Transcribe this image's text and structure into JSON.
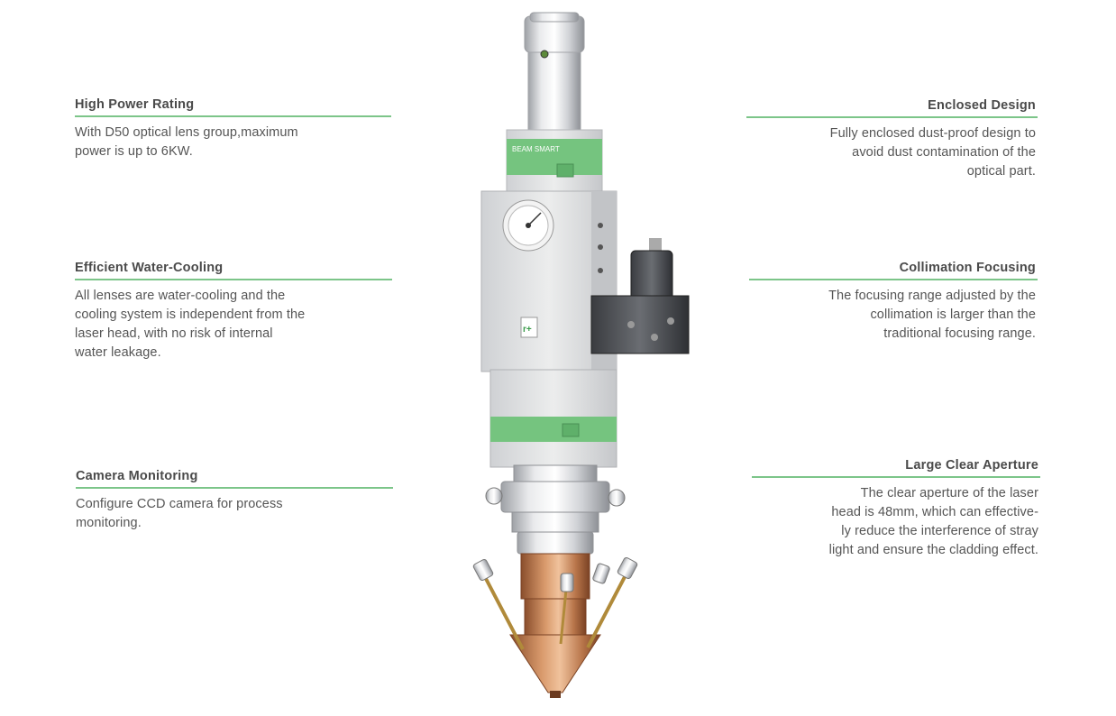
{
  "features": {
    "high_power": {
      "title": "High Power Rating",
      "lines": [
        "With D50 optical lens group,maximum",
        "power is up to 6KW."
      ]
    },
    "water_cooling": {
      "title": "Efficient Water-Cooling",
      "lines": [
        "All lenses are water-cooling and the",
        "cooling system is independent from the",
        "laser head, with no risk of internal",
        "water leakage."
      ]
    },
    "camera": {
      "title": "Camera Monitoring",
      "lines": [
        "Configure CCD camera for process",
        "monitoring."
      ]
    },
    "enclosed": {
      "title": "Enclosed Design",
      "lines": [
        "Fully enclosed dust-proof design to",
        "avoid dust contamination of the",
        "optical part."
      ]
    },
    "collimation": {
      "title": "Collimation Focusing",
      "lines": [
        "The focusing range adjusted by the",
        "collimation is larger than the",
        "traditional focusing range."
      ]
    },
    "aperture": {
      "title": "Large Clear Aperture",
      "lines": [
        "The clear aperture of the laser",
        "head is 48mm, which can effective-",
        "ly reduce the interference of stray",
        "light and ensure the cladding effect."
      ]
    }
  },
  "product": {
    "band_label": "BEAM SMART",
    "logo_glyph": "r+"
  },
  "colors": {
    "accent_green": "#7cc589",
    "text_gray": "#555555",
    "body_silver": "#dcdde0",
    "copper": "#c8875a"
  }
}
